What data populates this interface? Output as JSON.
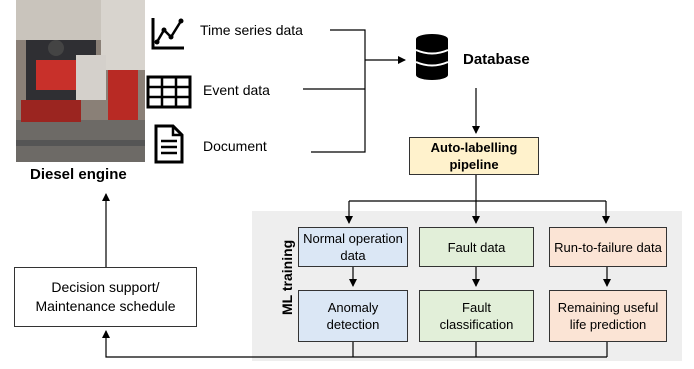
{
  "sources": {
    "time_series": "Time series data",
    "event": "Event data",
    "document": "Document"
  },
  "engine_label": "Diesel engine",
  "database_label": "Database",
  "pipeline_label": "Auto-labelling pipeline",
  "ml_training_label": "ML training",
  "top_row": {
    "normal": "Normal operation data",
    "fault": "Fault data",
    "run_to_failure": "Run-to-failure data"
  },
  "bottom_row": {
    "anomaly": "Anomaly detection",
    "fault_classification": "Fault classification",
    "rul": "Remaining useful life prediction"
  },
  "decision_label": "Decision support/ Maintenance schedule",
  "colors": {
    "blue": "#dbe7f5",
    "green": "#e2efd9",
    "orange": "#fbe4d5",
    "yellow": "#fff2cc",
    "panel": "#eeeeee"
  },
  "icons": [
    "engine-photo",
    "line-chart-icon",
    "table-icon",
    "document-icon",
    "database-icon"
  ]
}
